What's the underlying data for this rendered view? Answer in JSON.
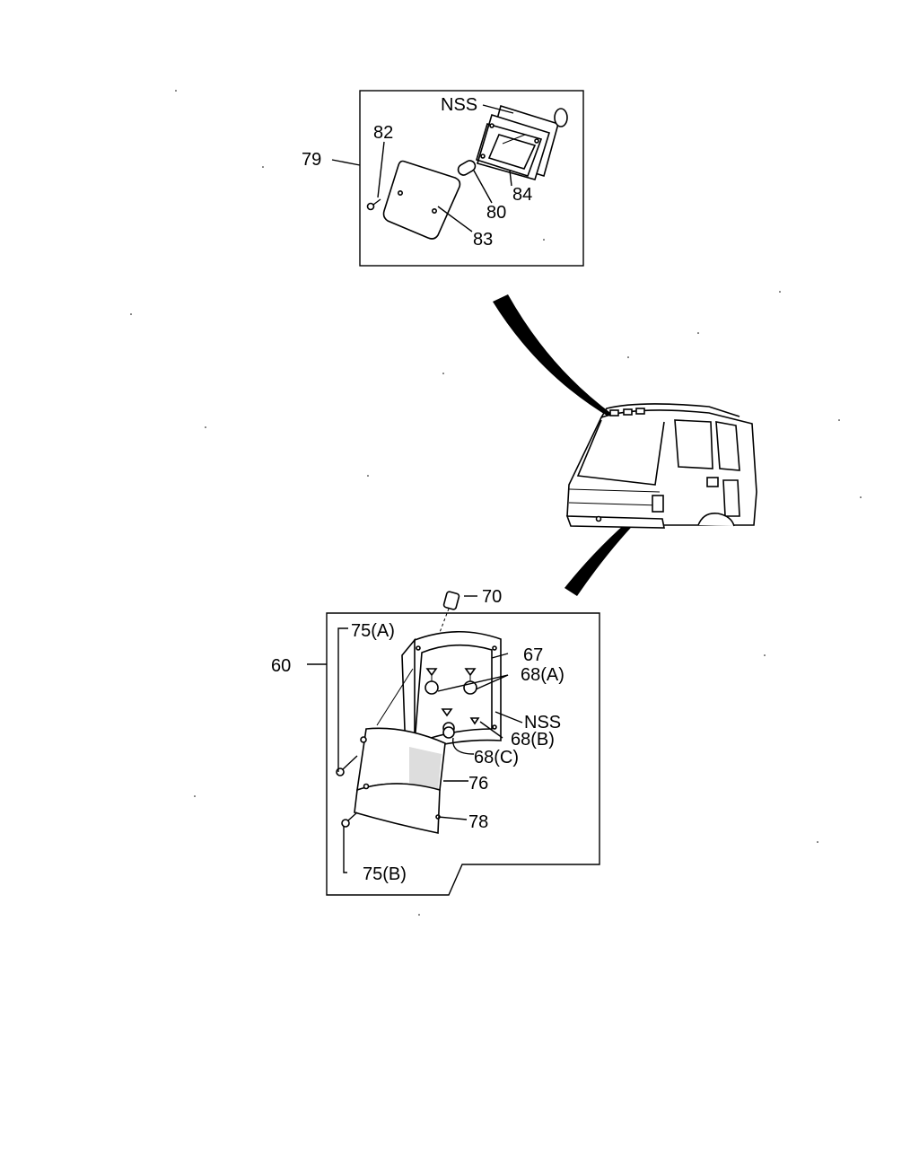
{
  "colors": {
    "line": "#000000",
    "background": "#ffffff"
  },
  "upper_inset": {
    "callouts": {
      "assembly": "79",
      "screw": "82",
      "housing_side": "NSS",
      "lens": "83",
      "bulb": "80",
      "housing": "84"
    }
  },
  "lower_inset": {
    "callouts": {
      "assembly": "60",
      "connector": "70",
      "screw_a": "75(A)",
      "bracket": "67",
      "bulb_a": "68(A)",
      "housing_side": "NSS",
      "bulb_b": "68(B)",
      "bulb_c": "68(C)",
      "lens": "76",
      "cover": "78",
      "screw_b": "75(B)"
    }
  }
}
